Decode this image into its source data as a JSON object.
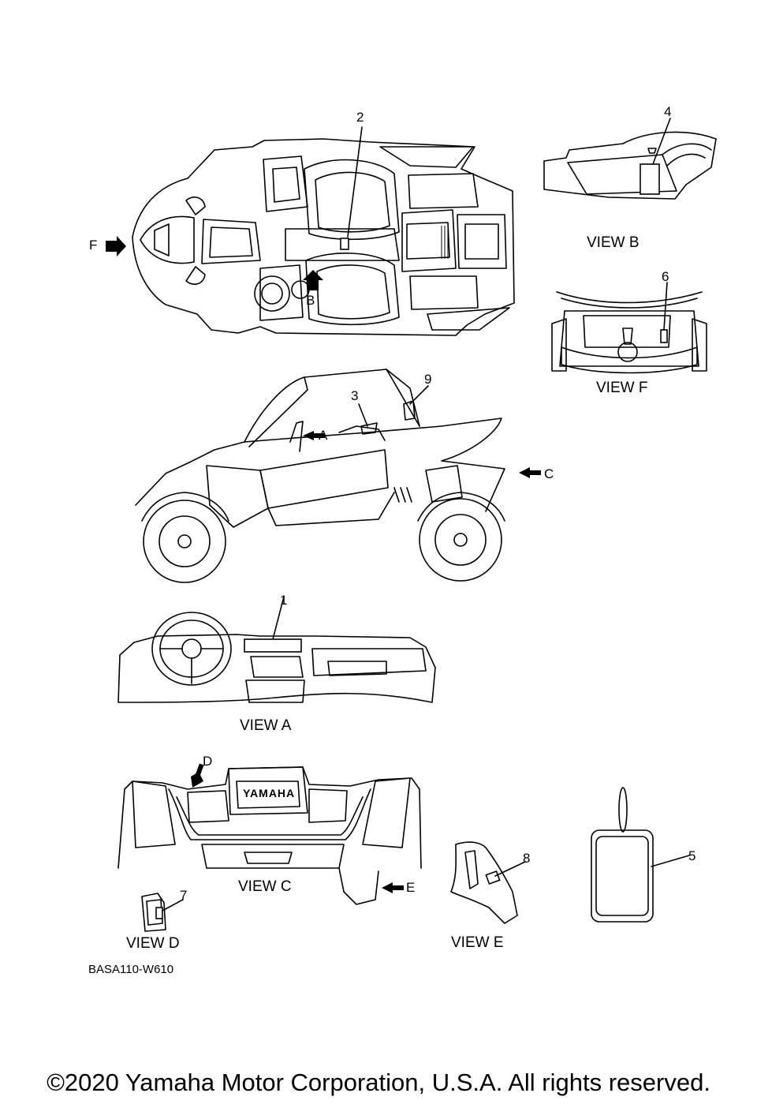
{
  "callouts": {
    "n1": "1",
    "n2": "2",
    "n3": "3",
    "n4": "4",
    "n5": "5",
    "n6": "6",
    "n7": "7",
    "n8": "8",
    "n9": "9"
  },
  "view_arrows": {
    "a": "A",
    "b": "B",
    "c": "C",
    "d": "D",
    "e": "E",
    "f": "F"
  },
  "view_titles": {
    "view_a": "VIEW A",
    "view_b": "VIEW B",
    "view_c": "VIEW C",
    "view_d": "VIEW D",
    "view_e": "VIEW E",
    "view_f": "VIEW F"
  },
  "grille_text": "YAMAHA",
  "diagram_code": "BASA110-W610",
  "copyright": "©2020 Yamaha Motor Corporation, U.S.A. All rights reserved."
}
